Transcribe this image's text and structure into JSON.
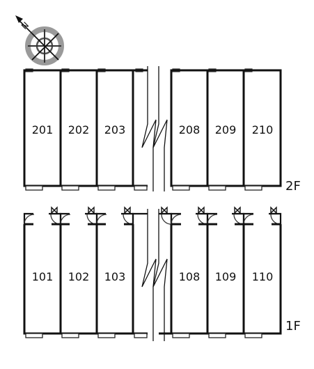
{
  "compass": {
    "north_marker": "N"
  },
  "floors": [
    {
      "label": "2F",
      "units": [
        "201",
        "202",
        "203",
        "208",
        "209",
        "210"
      ]
    },
    {
      "label": "1F",
      "units": [
        "101",
        "102",
        "103",
        "108",
        "109",
        "110"
      ]
    }
  ]
}
